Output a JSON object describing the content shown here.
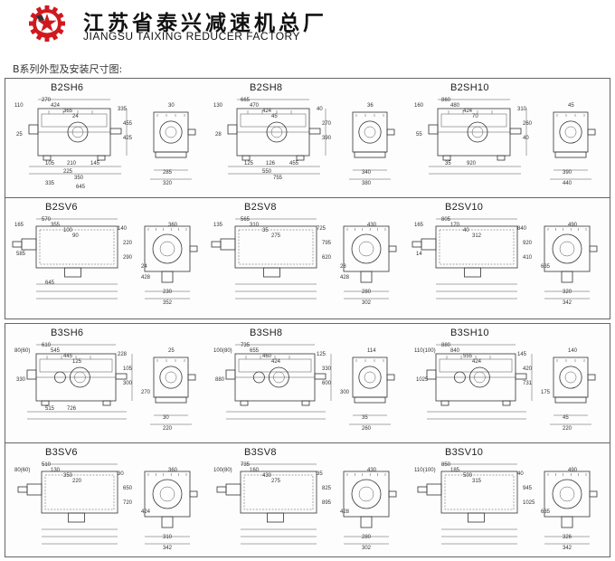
{
  "header": {
    "company_cn": "江苏省泰兴减速机总厂",
    "company_en": "JIANGSU TAIXING REDUCER FACTORY",
    "logo_icon": "gear-star-logo",
    "logo_color": "#d0191f"
  },
  "section_title": "B系列外型及安装尺寸图:",
  "drawings": [
    {
      "model": "B2SH6",
      "type": "sh",
      "dims": [
        "110",
        "270",
        "424",
        "365",
        "24",
        "335",
        "455",
        "425",
        "25",
        "105",
        "210",
        "145",
        "225",
        "350",
        "335",
        "645"
      ],
      "side": [
        "30",
        "285",
        "320"
      ]
    },
    {
      "model": "B2SH8",
      "type": "sh",
      "dims": [
        "130",
        "665",
        "470",
        "424",
        "45",
        "40",
        "270",
        "390",
        "28",
        "125",
        "126",
        "455",
        "550",
        "755"
      ],
      "side": [
        "36",
        "340",
        "380"
      ]
    },
    {
      "model": "B2SH10",
      "type": "sh",
      "dims": [
        "160",
        "860",
        "480",
        "424",
        "70",
        "310",
        "260",
        "40",
        "55",
        "35",
        "920"
      ],
      "side": [
        "45",
        "390",
        "440"
      ]
    },
    {
      "model": "B2SV6",
      "type": "sv",
      "dims": [
        "165",
        "570",
        "355",
        "100",
        "90",
        "140",
        "220",
        "290",
        "585",
        "645"
      ],
      "side": [
        "360",
        "230",
        "352",
        "24",
        "428"
      ]
    },
    {
      "model": "B2SV8",
      "type": "sv",
      "dims": [
        "135",
        "565",
        "310",
        "35",
        "275",
        "725",
        "795",
        "620"
      ],
      "side": [
        "430",
        "280",
        "302",
        "28",
        "428"
      ]
    },
    {
      "model": "B2SV10",
      "type": "sv",
      "dims": [
        "165",
        "805",
        "170",
        "40",
        "312",
        "840",
        "920",
        "410",
        "14"
      ],
      "side": [
        "490",
        "320",
        "342",
        "635"
      ]
    },
    {
      "model": "B3SH6",
      "type": "sh3",
      "dims": [
        "80(60)",
        "610",
        "545",
        "445",
        "125",
        "228",
        "105",
        "300",
        "330",
        "515",
        "726"
      ],
      "side": [
        "25",
        "30",
        "220",
        "270"
      ]
    },
    {
      "model": "B3SH8",
      "type": "sh3",
      "dims": [
        "100(80)",
        "735",
        "655",
        "460",
        "424",
        "125",
        "330",
        "600",
        "880"
      ],
      "side": [
        "114",
        "35",
        "260",
        "300"
      ]
    },
    {
      "model": "B3SH10",
      "type": "sh3",
      "dims": [
        "110(100)",
        "880",
        "840",
        "555",
        "424",
        "145",
        "420",
        "731",
        "1025"
      ],
      "side": [
        "140",
        "45",
        "220",
        "175"
      ]
    },
    {
      "model": "B3SV6",
      "type": "sv3",
      "dims": [
        "80(60)",
        "510",
        "130",
        "350",
        "220",
        "30",
        "650",
        "720"
      ],
      "side": [
        "360",
        "310",
        "342",
        "424"
      ]
    },
    {
      "model": "B3SV8",
      "type": "sv3",
      "dims": [
        "100(80)",
        "735",
        "160",
        "430",
        "275",
        "35",
        "825",
        "895"
      ],
      "side": [
        "430",
        "280",
        "302",
        "428"
      ]
    },
    {
      "model": "B3SV10",
      "type": "sv3",
      "dims": [
        "110(100)",
        "850",
        "185",
        "500",
        "315",
        "40",
        "945",
        "1025"
      ],
      "side": [
        "490",
        "326",
        "342",
        "635"
      ]
    }
  ]
}
